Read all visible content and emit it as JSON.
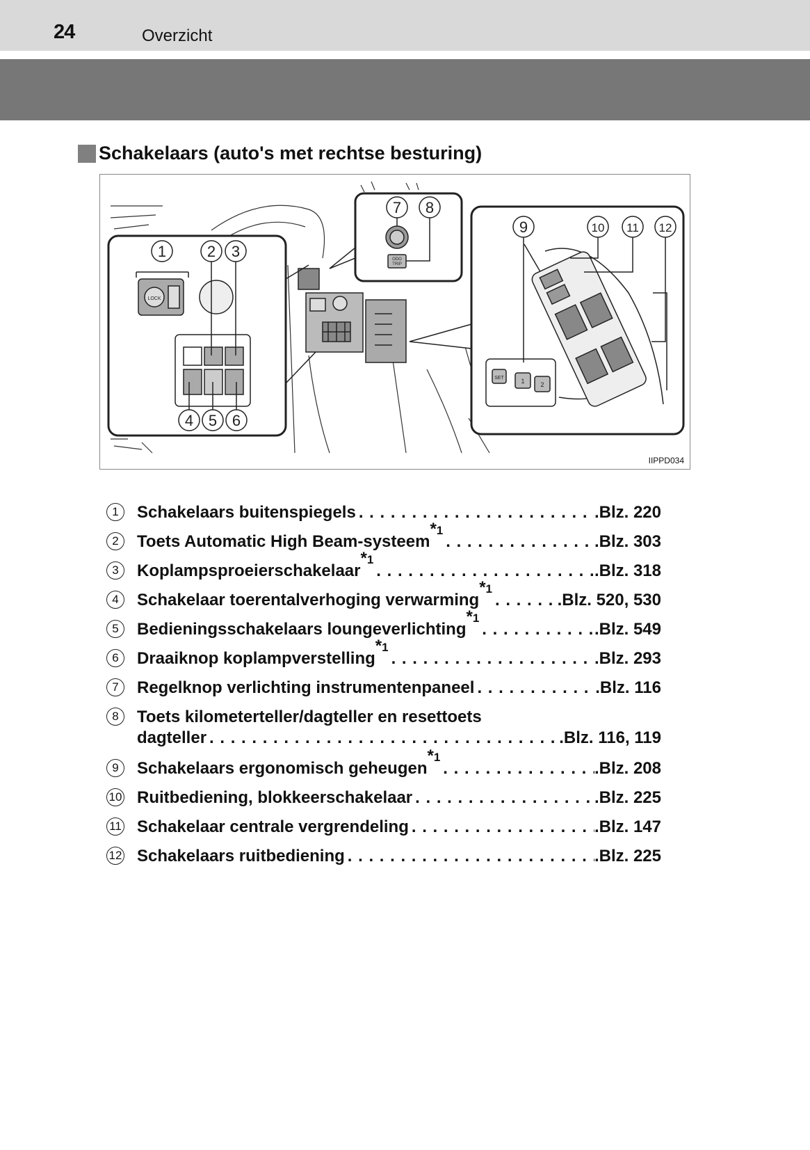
{
  "header": {
    "page_number": "24",
    "section": "Overzicht"
  },
  "heading": "Schakelaars (auto's met rechtse besturing)",
  "figure": {
    "code": "IIPPD034",
    "callouts": [
      "1",
      "2",
      "3",
      "4",
      "5",
      "6",
      "7",
      "8",
      "9",
      "10",
      "11",
      "12"
    ],
    "labels": {
      "odo": "ODO",
      "trip": "TRIP",
      "set": "SET",
      "mem1": "1",
      "mem2": "2",
      "lock": "LOCK"
    }
  },
  "items": [
    {
      "num": "1",
      "label": "Schakelaars buitenspiegels",
      "note": "",
      "page": ".Blz. 220"
    },
    {
      "num": "2",
      "label": "Toets Automatic High Beam-systeem",
      "note": "*1",
      "page": ".Blz. 303"
    },
    {
      "num": "3",
      "label": "Koplampsproeierschakelaar",
      "note": "*1",
      "page": ".Blz. 318"
    },
    {
      "num": "4",
      "label": "Schakelaar toerentalverhoging verwarming",
      "note": "*1",
      "page": ".Blz. 520, 530"
    },
    {
      "num": "5",
      "label": "Bedieningsschakelaars loungeverlichting",
      "note": "*1",
      "page": ".Blz. 549"
    },
    {
      "num": "6",
      "label": "Draaiknop koplampverstelling",
      "note": "*1",
      "page": ".Blz. 293"
    },
    {
      "num": "7",
      "label": "Regelknop verlichting instrumentenpaneel",
      "note": "",
      "page": ".Blz. 116"
    },
    {
      "num": "8",
      "label": "Toets kilometerteller/dagteller en resettoets",
      "label2": "dagteller",
      "note": "",
      "page": ".Blz. 116, 119"
    },
    {
      "num": "9",
      "label": "Schakelaars ergonomisch geheugen",
      "note": "*1",
      "page": ".Blz. 208"
    },
    {
      "num": "10",
      "label": "Ruitbediening, blokkeerschakelaar",
      "note": "",
      "page": ".Blz. 225"
    },
    {
      "num": "11",
      "label": "Schakelaar centrale vergrendeling",
      "note": "",
      "page": ".Blz. 147"
    },
    {
      "num": "12",
      "label": "Schakelaars ruitbediening",
      "note": "",
      "page": ".Blz. 225"
    }
  ]
}
